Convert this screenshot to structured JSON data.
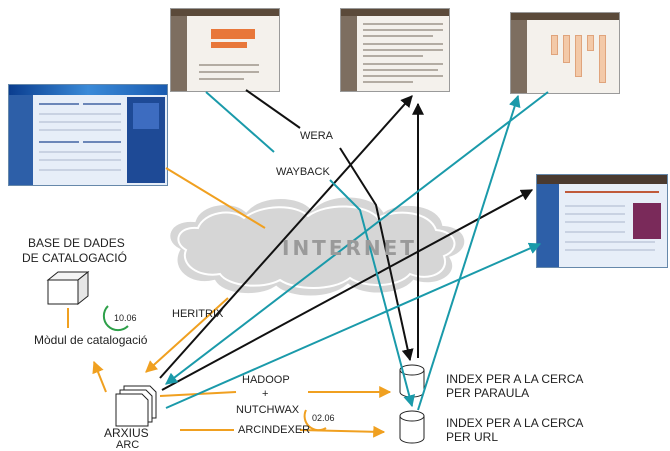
{
  "labels": {
    "base_dades": [
      "BASE DE DADES",
      "DE CATALOGACIÓ"
    ],
    "modul": "Mòdul de catalogació",
    "version_modul": "10.06",
    "heritrix": "HERITRIX",
    "wera": "WERA",
    "wayback": "WAYBACK",
    "internet": "INTERNET",
    "hadoop": "HADOOP",
    "plus": "+",
    "nutchwax": "NUTCHWAX",
    "version_nutchwax": "02.06",
    "arcindexer": "ARCINDEXER",
    "arxius": [
      "ARXIUS",
      "ARC"
    ],
    "index_paraula": [
      "INDEX PER A LA CERCA",
      "PER PARAULA"
    ],
    "index_url": [
      "INDEX PER A LA CERCA",
      "PER URL"
    ]
  },
  "colors": {
    "orange": "#f0a020",
    "black": "#111111",
    "teal": "#1a9aaa",
    "cloud_fill": "#d6d6d6",
    "cloud_text": "#9a9a9a",
    "version_arc": "#2ea04a"
  }
}
